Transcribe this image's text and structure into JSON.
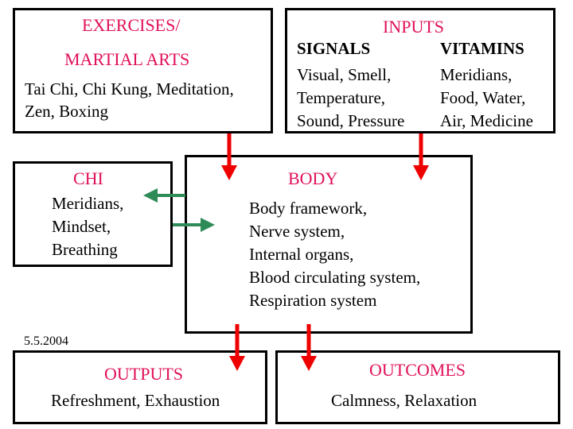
{
  "colors": {
    "title": "#e0105a",
    "down_arrow": "#ee0000",
    "chi_arrow": "#2e8b57",
    "border": "#000000"
  },
  "exercises": {
    "title_line1": "EXERCISES/",
    "title_line2": "MARTIAL ARTS",
    "line1": "Tai Chi, Chi Kung, Meditation,",
    "line2": "Zen, Boxing"
  },
  "inputs": {
    "title": "INPUTS",
    "signals": {
      "heading": "SIGNALS",
      "lines": [
        "Visual, Smell,",
        "Temperature,",
        "Sound, Pressure"
      ]
    },
    "vitamins": {
      "heading": "VITAMINS",
      "lines": [
        "Meridians,",
        "Food, Water,",
        "Air, Medicine"
      ]
    }
  },
  "chi": {
    "title": "CHI",
    "lines": [
      "Meridians,",
      "Mindset,",
      "Breathing"
    ]
  },
  "body": {
    "title": "BODY",
    "lines": [
      "Body framework,",
      "Nerve system,",
      "Internal organs,",
      "Blood circulating system,",
      "Respiration system"
    ]
  },
  "date": "5.5.2004",
  "outputs": {
    "title": "OUTPUTS",
    "text": "Refreshment, Exhaustion"
  },
  "outcomes": {
    "title": "OUTCOMES",
    "text": "Calmness, Relaxation"
  }
}
